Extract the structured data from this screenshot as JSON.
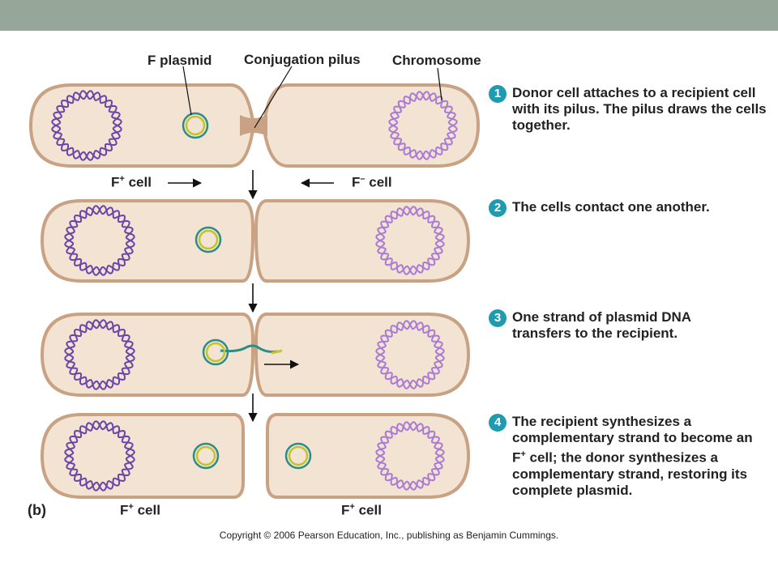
{
  "labels": {
    "f_plasmid": "F plasmid",
    "conjugation_pilus": "Conjugation pilus",
    "chromosome": "Chromosome",
    "f_plus_cell_prefix": "F",
    "f_plus_sup": "+",
    "f_minus_sup": "–",
    "cell_word": "cell",
    "panel": "(b)"
  },
  "steps": [
    {
      "number": "1",
      "text": "Donor cell attaches to a recipient cell with its pilus. The pilus draws the cells together."
    },
    {
      "number": "2",
      "text": "The cells contact one another."
    },
    {
      "number": "3",
      "text": "One strand of plasmid DNA transfers to the recipient."
    },
    {
      "number": "4",
      "text_before": "The recipient synthesizes a complementary strand to become an F",
      "text_sup": "+",
      "text_after": " cell; the donor synthesizes a complementary strand, restoring its complete plasmid."
    }
  ],
  "copyright": "Copyright © 2006 Pearson Education, Inc., publishing as Benjamin Cummings.",
  "colors": {
    "cell_fill": "#f3e3d2",
    "cell_stroke": "#c9a283",
    "chromosome_left": "#6a45a8",
    "chromosome_right": "#a97bd4",
    "plasmid_outer": "#2d8c86",
    "plasmid_inner": "#c2c42e",
    "step_badge": "#1f9bb0",
    "header_band": "#96a79a"
  }
}
